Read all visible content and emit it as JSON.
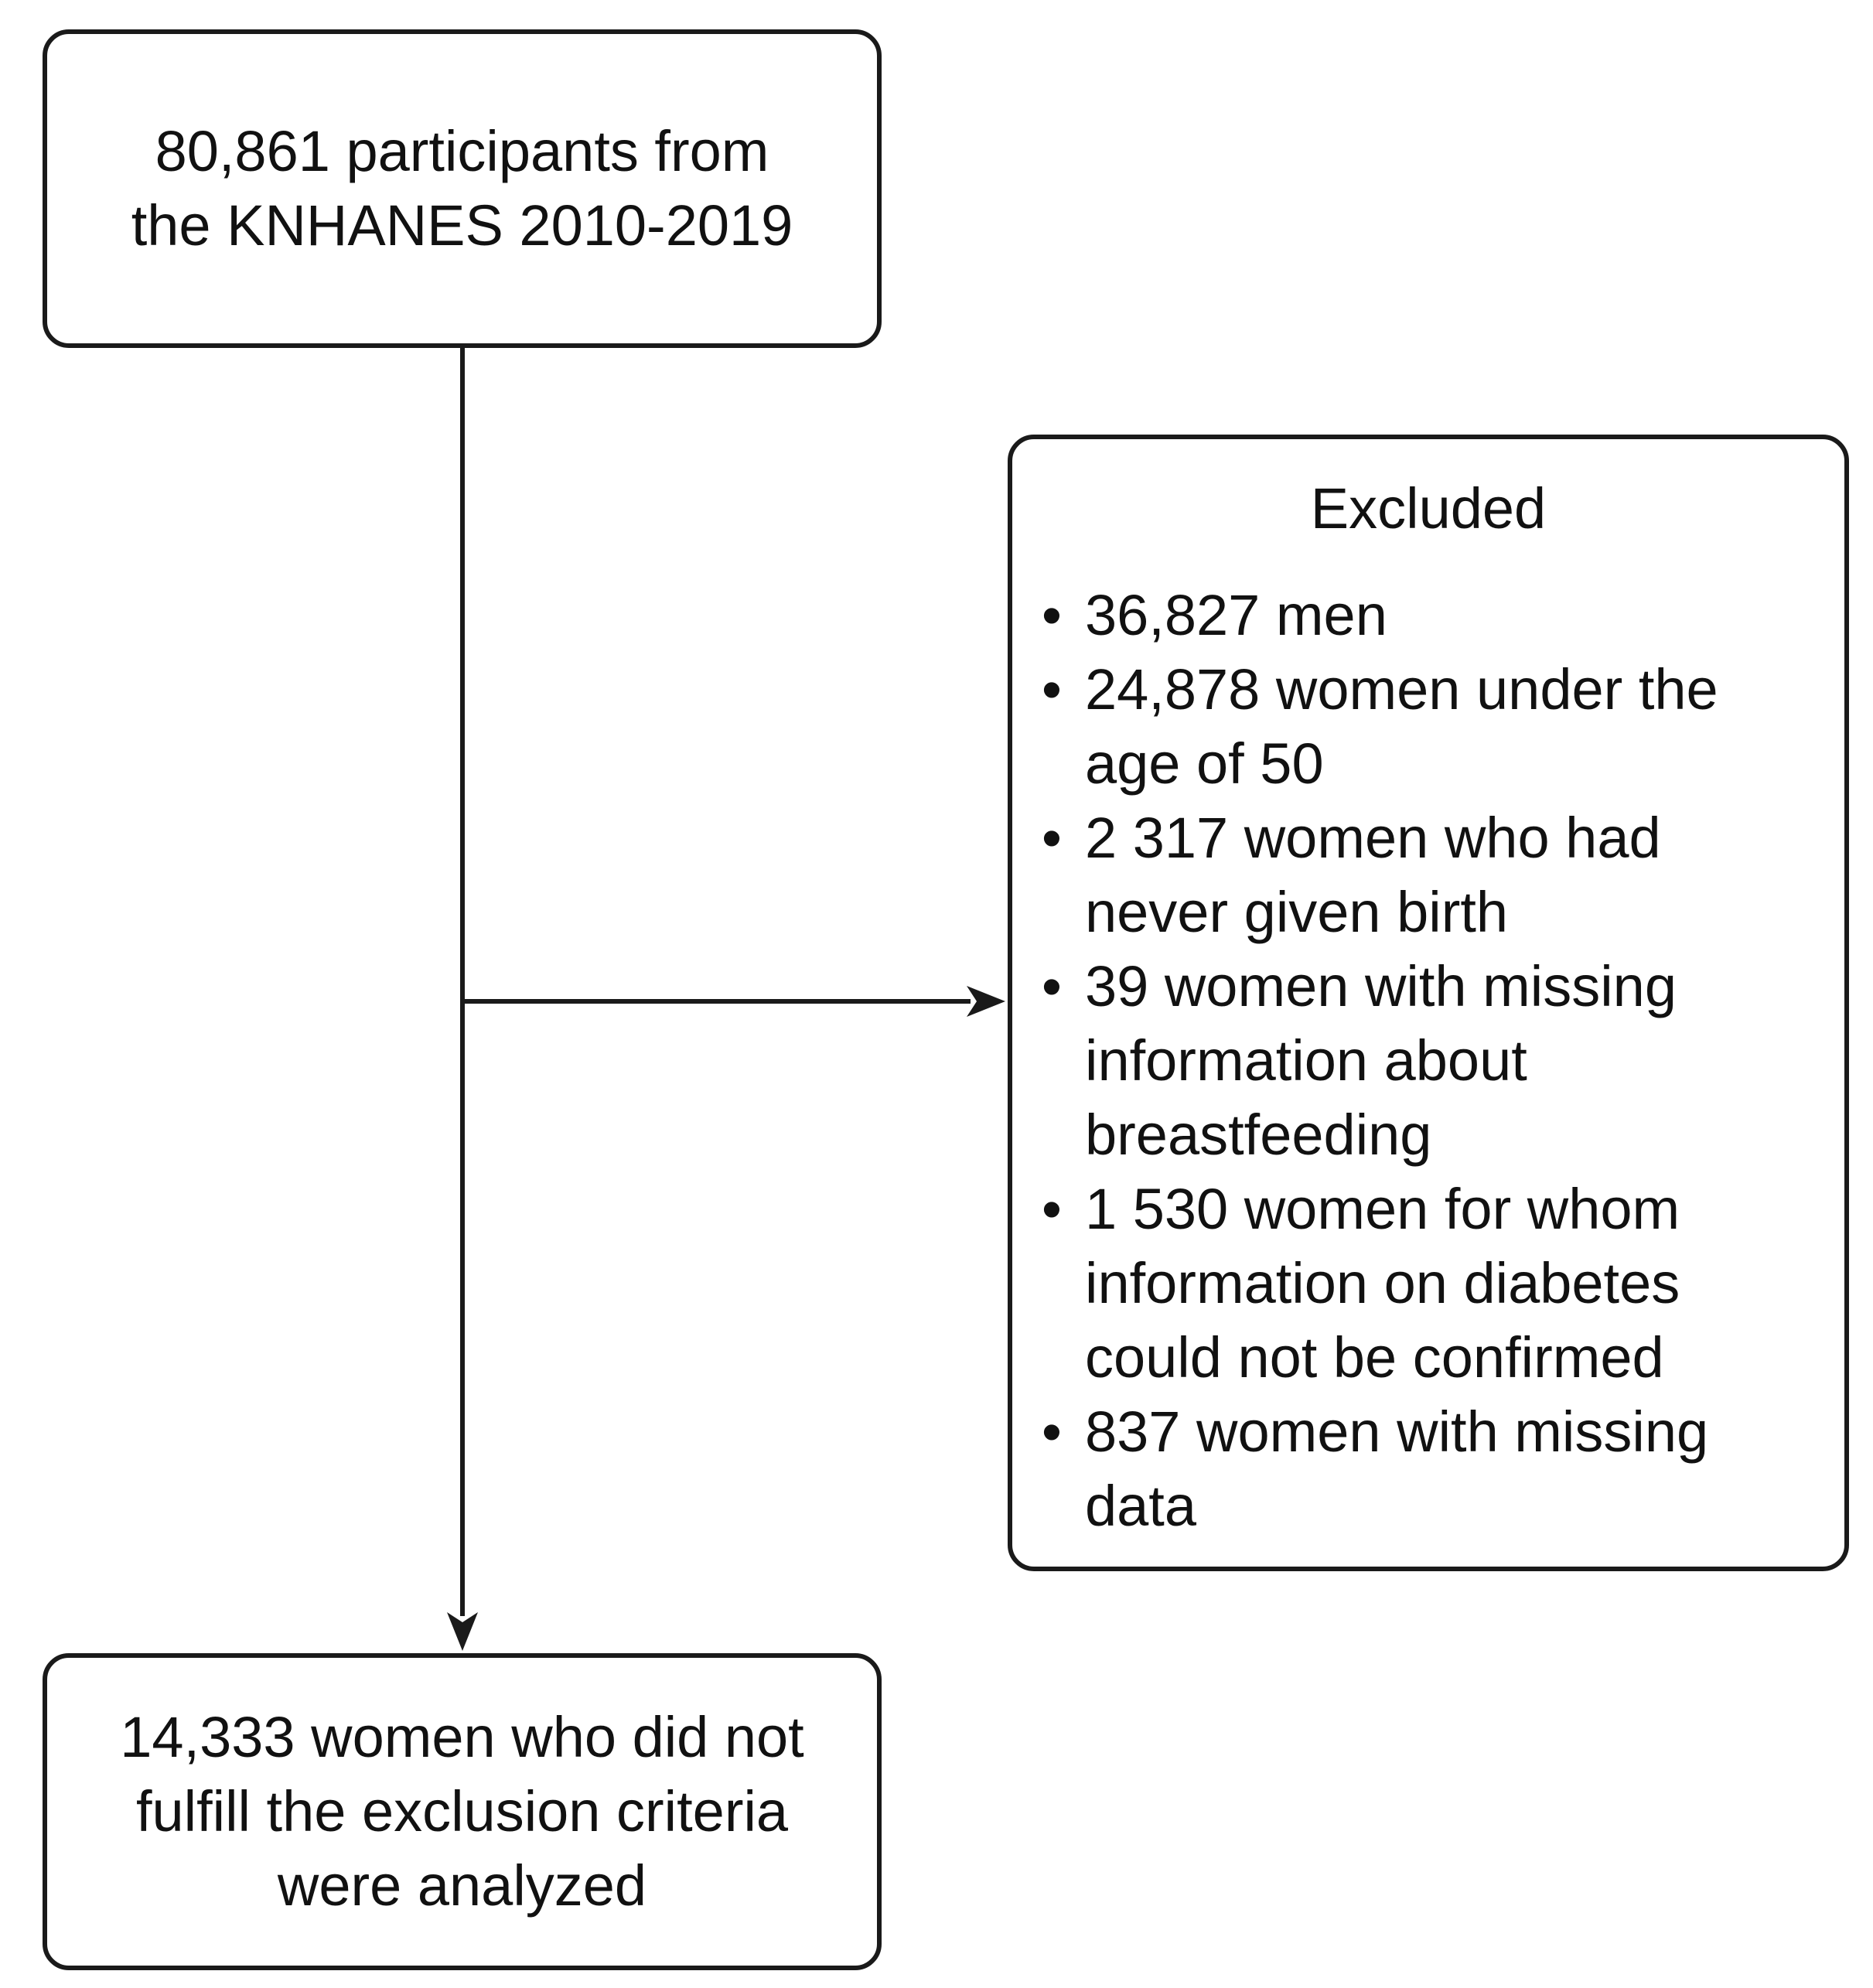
{
  "nodes": {
    "source": {
      "lines": [
        "80,861 participants from",
        "the KNHANES 2010-2019"
      ]
    },
    "excluded": {
      "title": "Excluded",
      "bullet": "•",
      "items": [
        {
          "lines": [
            "36,827 men"
          ]
        },
        {
          "lines": [
            "24,878 women under the",
            "age of 50"
          ]
        },
        {
          "lines": [
            "2 317 women who had",
            "never given birth"
          ]
        },
        {
          "lines": [
            "39 women with missing",
            "information about",
            "breastfeeding"
          ]
        },
        {
          "lines": [
            "1 530 women for whom",
            "information on diabetes",
            "could not be confirmed"
          ]
        },
        {
          "lines": [
            "837 women with missing",
            "data"
          ]
        }
      ]
    },
    "analyzed": {
      "lines": [
        "14,333 women who did not",
        "fulfill the exclusion criteria",
        "were analyzed"
      ]
    }
  },
  "edges": [
    {
      "from": "source",
      "to": "analyzed"
    },
    {
      "from": "source",
      "to": "excluded"
    }
  ]
}
